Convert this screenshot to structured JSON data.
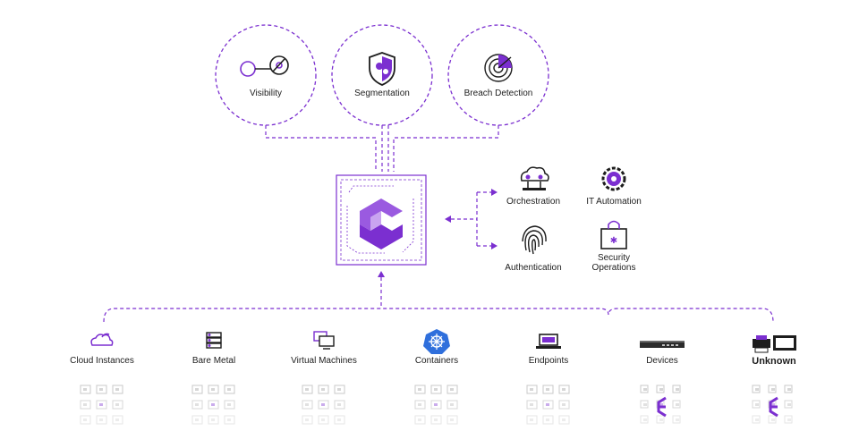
{
  "top_capabilities": [
    {
      "label": "Visibility",
      "icon": "visibility-target-icon"
    },
    {
      "label": "Segmentation",
      "icon": "segmentation-shield-icon"
    },
    {
      "label": "Breach Detection",
      "icon": "breach-detection-radar-icon"
    }
  ],
  "integrations": [
    {
      "label": "Orchestration",
      "icon": "orchestration-cloud-icon"
    },
    {
      "label": "IT Automation",
      "icon": "automation-gear-icon"
    },
    {
      "label": "Authentication",
      "icon": "fingerprint-icon"
    },
    {
      "label_line1": "Security",
      "label_line2": "Operations",
      "icon": "security-lock-icon"
    }
  ],
  "assets": [
    {
      "label": "Cloud Instances",
      "icon": "cloud-instances-icon"
    },
    {
      "label": "Bare Metal",
      "icon": "bare-metal-server-icon"
    },
    {
      "label": "Virtual Machines",
      "icon": "virtual-machines-icon"
    },
    {
      "label": "Containers",
      "icon": "kubernetes-icon"
    },
    {
      "label": "Endpoints",
      "icon": "laptop-icon"
    },
    {
      "label": "Devices",
      "icon": "network-device-icon"
    },
    {
      "label": "Unknown",
      "icon": "unknown-devices-icon"
    }
  ],
  "center": {
    "icon": "center-logo-icon"
  },
  "colors": {
    "accent": "#7b2fd0",
    "accent_light": "#b88ae8",
    "ink": "#1d1d1d",
    "faint": "#d9d9d9"
  }
}
